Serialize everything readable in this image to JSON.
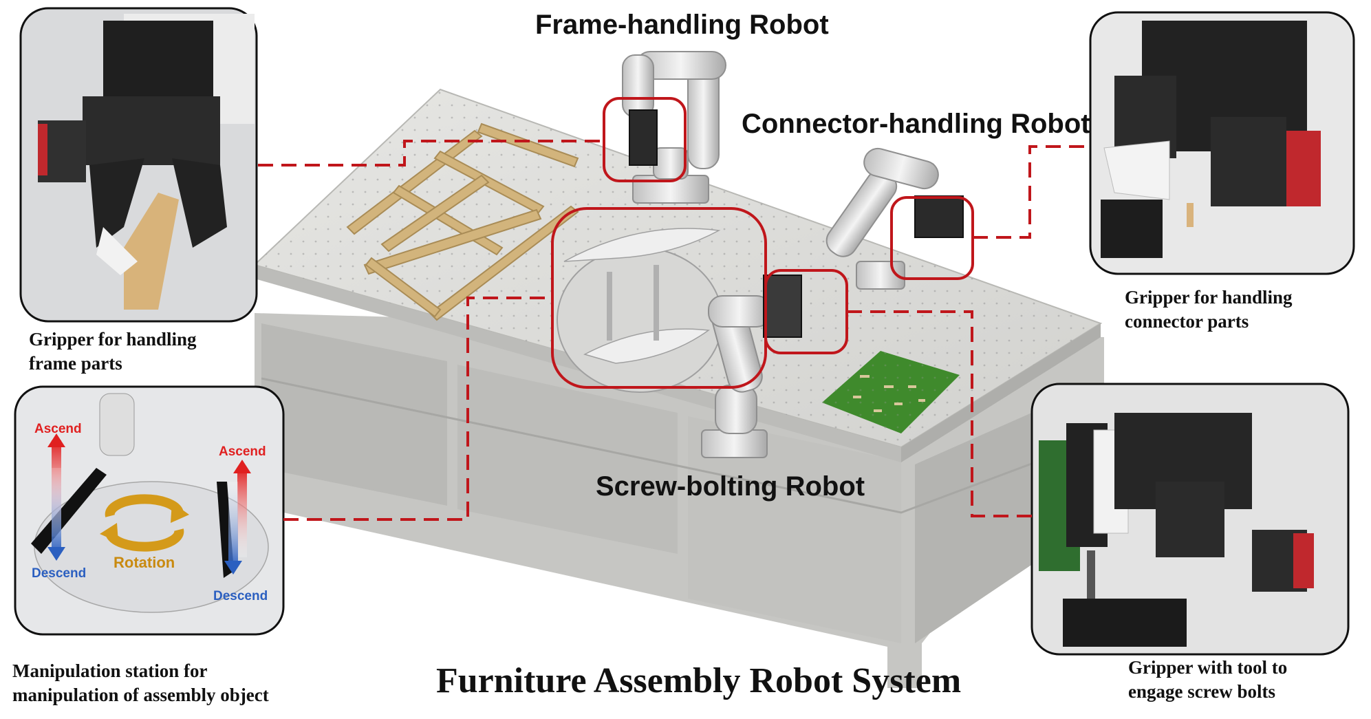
{
  "title": "Furniture Assembly Robot System",
  "robots": {
    "frame": "Frame-handling Robot",
    "connector": "Connector-handling Robot",
    "screw": "Screw-bolting Robot"
  },
  "captions": {
    "frame_gripper": [
      "Gripper for handling",
      "frame parts"
    ],
    "connector_gripper": [
      "Gripper for handling",
      "connector parts"
    ],
    "station": [
      "Manipulation station for",
      "manipulation of assembly object"
    ],
    "screw_gripper": [
      "Gripper with tool to",
      "engage screw bolts"
    ]
  },
  "station_photo": {
    "ascend": "Ascend",
    "descend": "Descend",
    "rotation": "Rotation"
  },
  "colors": {
    "callout": "#c0161b",
    "table_top": "#dcdcd8",
    "table_frame": "#c9c9c6",
    "wood": "#d2b47c",
    "grass": "#3f8a2c",
    "ascend": "#e02020",
    "descend": "#2b5fc0",
    "rotation": "#c98a10"
  }
}
